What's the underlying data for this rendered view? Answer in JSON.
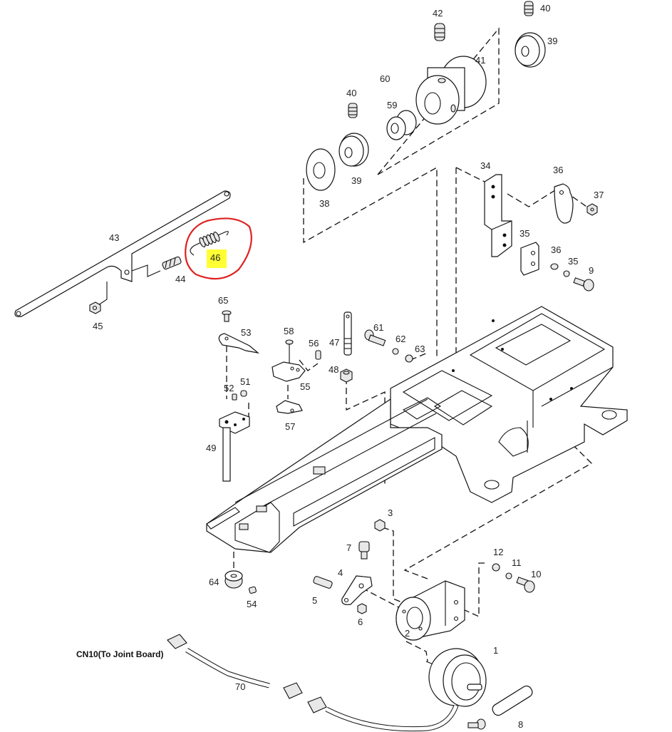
{
  "diagram": {
    "type": "exploded-parts-diagram",
    "connector_caption": "CN10(To Joint Board)",
    "highlight": {
      "part": "46",
      "highlight_color": "#ffff33",
      "circle_color": "#e02020"
    },
    "labels": {
      "p1": "1",
      "p2": "2",
      "p3": "3",
      "p4": "4",
      "p5": "5",
      "p6": "6",
      "p7": "7",
      "p8": "8",
      "p9": "9",
      "p10": "10",
      "p11": "11",
      "p12": "12",
      "p34": "34",
      "p35a": "35",
      "p35b": "35",
      "p36a": "36",
      "p36b": "36",
      "p37": "37",
      "p38": "38",
      "p39a": "39",
      "p39b": "39",
      "p40a": "40",
      "p40b": "40",
      "p41": "41",
      "p42": "42",
      "p43": "43",
      "p44": "44",
      "p45": "45",
      "p46": "46",
      "p47": "47",
      "p48": "48",
      "p49": "49",
      "p51": "51",
      "p52": "52",
      "p53": "53",
      "p54": "54",
      "p55": "55",
      "p56": "56",
      "p57": "57",
      "p58": "58",
      "p59": "59",
      "p60": "60",
      "p61": "61",
      "p62": "62",
      "p63": "63",
      "p64": "64",
      "p65": "65",
      "p70": "70"
    }
  }
}
